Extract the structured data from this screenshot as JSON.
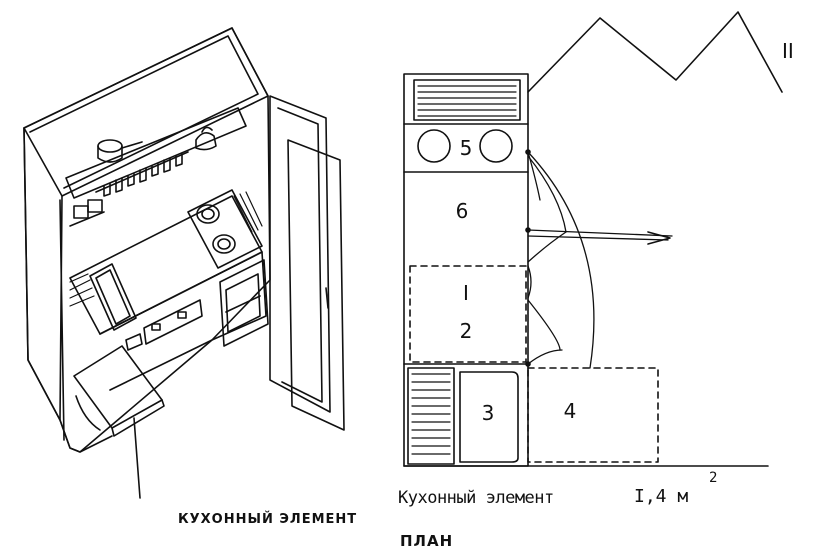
{
  "figure": {
    "isometric_caption": "КУХОННЫЙ ЭЛЕМЕНТ",
    "plan_caption": "ПЛАН",
    "element_label": "Кухонный элемент",
    "element_area": "I,4 м",
    "element_area_exponent": "2",
    "roman_label": "II"
  },
  "plan_zones": [
    {
      "id": "zone-5",
      "label": "5"
    },
    {
      "id": "zone-6",
      "label": "6"
    },
    {
      "id": "zone-1",
      "label": "I"
    },
    {
      "id": "zone-2",
      "label": "2"
    },
    {
      "id": "zone-3",
      "label": "3"
    },
    {
      "id": "zone-4",
      "label": "4"
    }
  ],
  "colors": {
    "ink": "#111111",
    "paper": "#ffffff"
  }
}
